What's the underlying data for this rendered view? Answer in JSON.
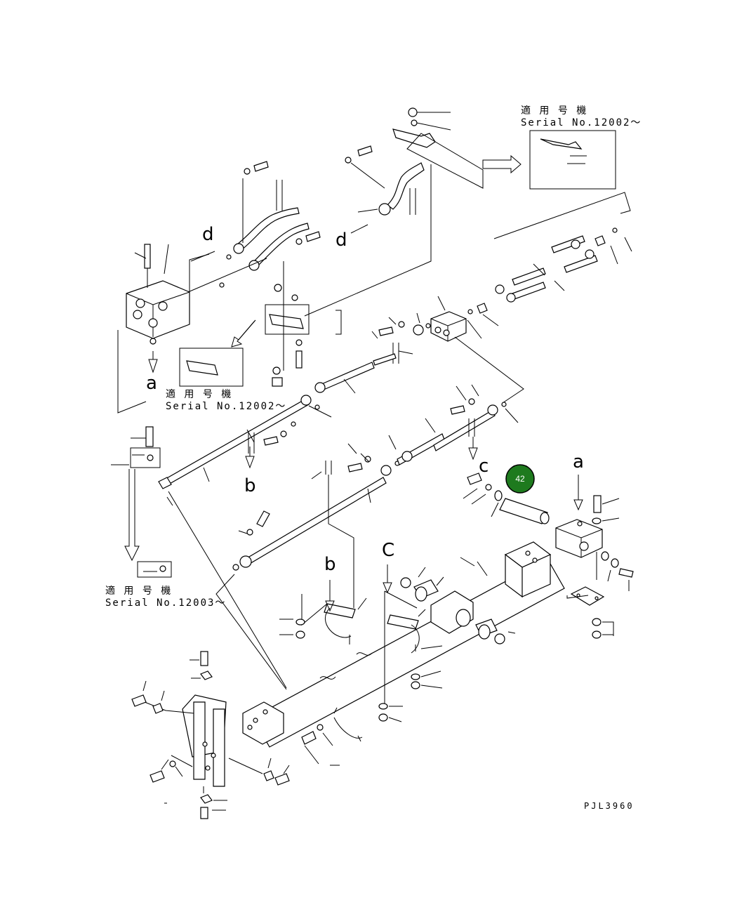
{
  "drawing_code": "PJL3960",
  "serial_notes": [
    {
      "kanji": "適 用 号 機",
      "serial": "Serial No.12002～"
    },
    {
      "kanji": "適 用 号 機",
      "serial": "Serial No.12002～"
    },
    {
      "kanji": "適 用 号 機",
      "serial": "Serial No.12003～"
    }
  ],
  "reference_letters": {
    "a1": "a",
    "a2": "a",
    "b1": "b",
    "b2": "b",
    "c1": "c",
    "c2": "C",
    "d1": "d",
    "d2": "d"
  },
  "callout": {
    "number": "42",
    "color": "#1e7a1e"
  }
}
